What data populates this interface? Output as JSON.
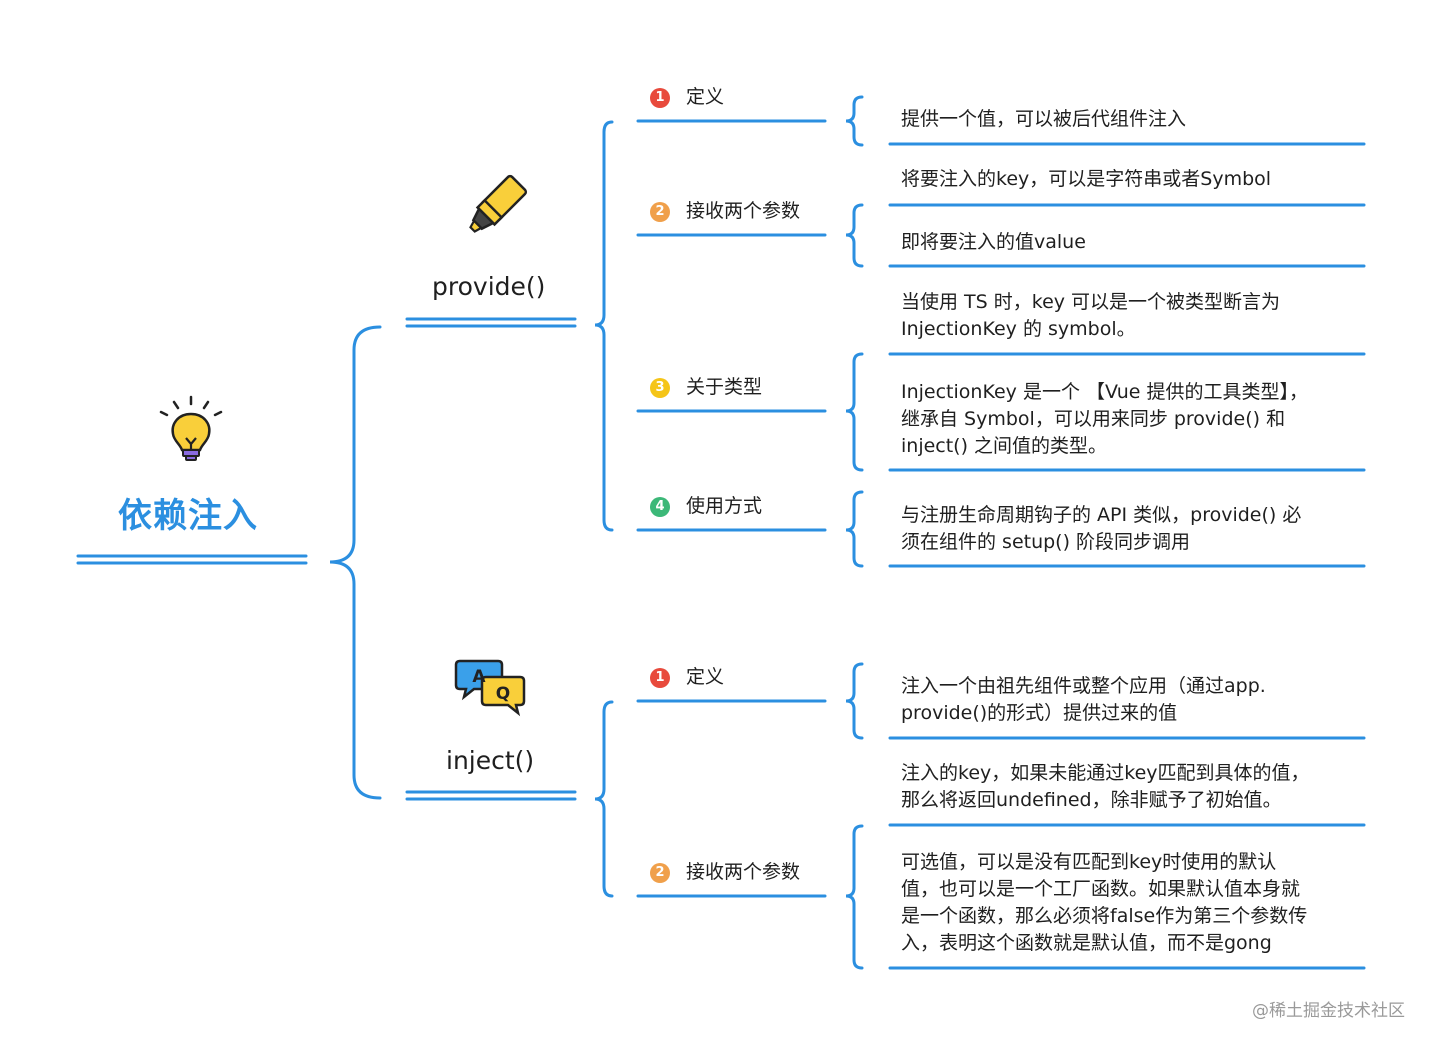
{
  "colors": {
    "line": "#2b8fe0",
    "title": "#2b8fe0",
    "n1": "#e84a3c",
    "n2": "#f0a04b",
    "n3": "#f5c518",
    "n4": "#3cb878"
  },
  "root": {
    "title": "依赖注入",
    "icon": "lightbulb-icon"
  },
  "provide": {
    "label": "provide()",
    "icon": "highlighter-icon",
    "items": [
      {
        "num": "1",
        "label": "定义",
        "details": [
          "提供一个值，可以被后代组件注入"
        ]
      },
      {
        "num": "2",
        "label": "接收两个参数",
        "details": [
          "将要注入的key，可以是字符串或者Symbol",
          "即将要注入的值value"
        ]
      },
      {
        "num": "3",
        "label": "关于类型",
        "details": [
          [
            "当使用 TS 时，key 可以是一个被类型断言为",
            "InjectionKey 的 symbol。"
          ],
          [
            "InjectionKey 是一个 【Vue 提供的工具类型】，",
            "继承自 Symbol，可以用来同步 provide() 和",
            "inject() 之间值的类型。"
          ]
        ]
      },
      {
        "num": "4",
        "label": "使用方式",
        "details": [
          [
            "与注册生命周期钩子的 API 类似，provide() 必",
            "须在组件的 setup() 阶段同步调用"
          ]
        ]
      }
    ]
  },
  "inject": {
    "label": "inject()",
    "icon": "qa-chat-icon",
    "icon_letters": [
      "A",
      "Q"
    ],
    "items": [
      {
        "num": "1",
        "label": "定义",
        "details": [
          [
            "注入一个由祖先组件或整个应用（通过app.",
            "provide()的形式）提供过来的值"
          ]
        ]
      },
      {
        "num": "2",
        "label": "接收两个参数",
        "details": [
          [
            "注入的key，如果未能通过key匹配到具体的值，",
            "那么将返回undefined，除非赋予了初始值。"
          ],
          [
            "可选值，可以是没有匹配到key时使用的默认",
            "值，也可以是一个工厂函数。如果默认值本身就",
            "是一个函数，那么必须将false作为第三个参数传",
            "入，表明这个函数就是默认值，而不是gong"
          ]
        ]
      }
    ]
  },
  "watermark": "@稀土掘金技术社区"
}
